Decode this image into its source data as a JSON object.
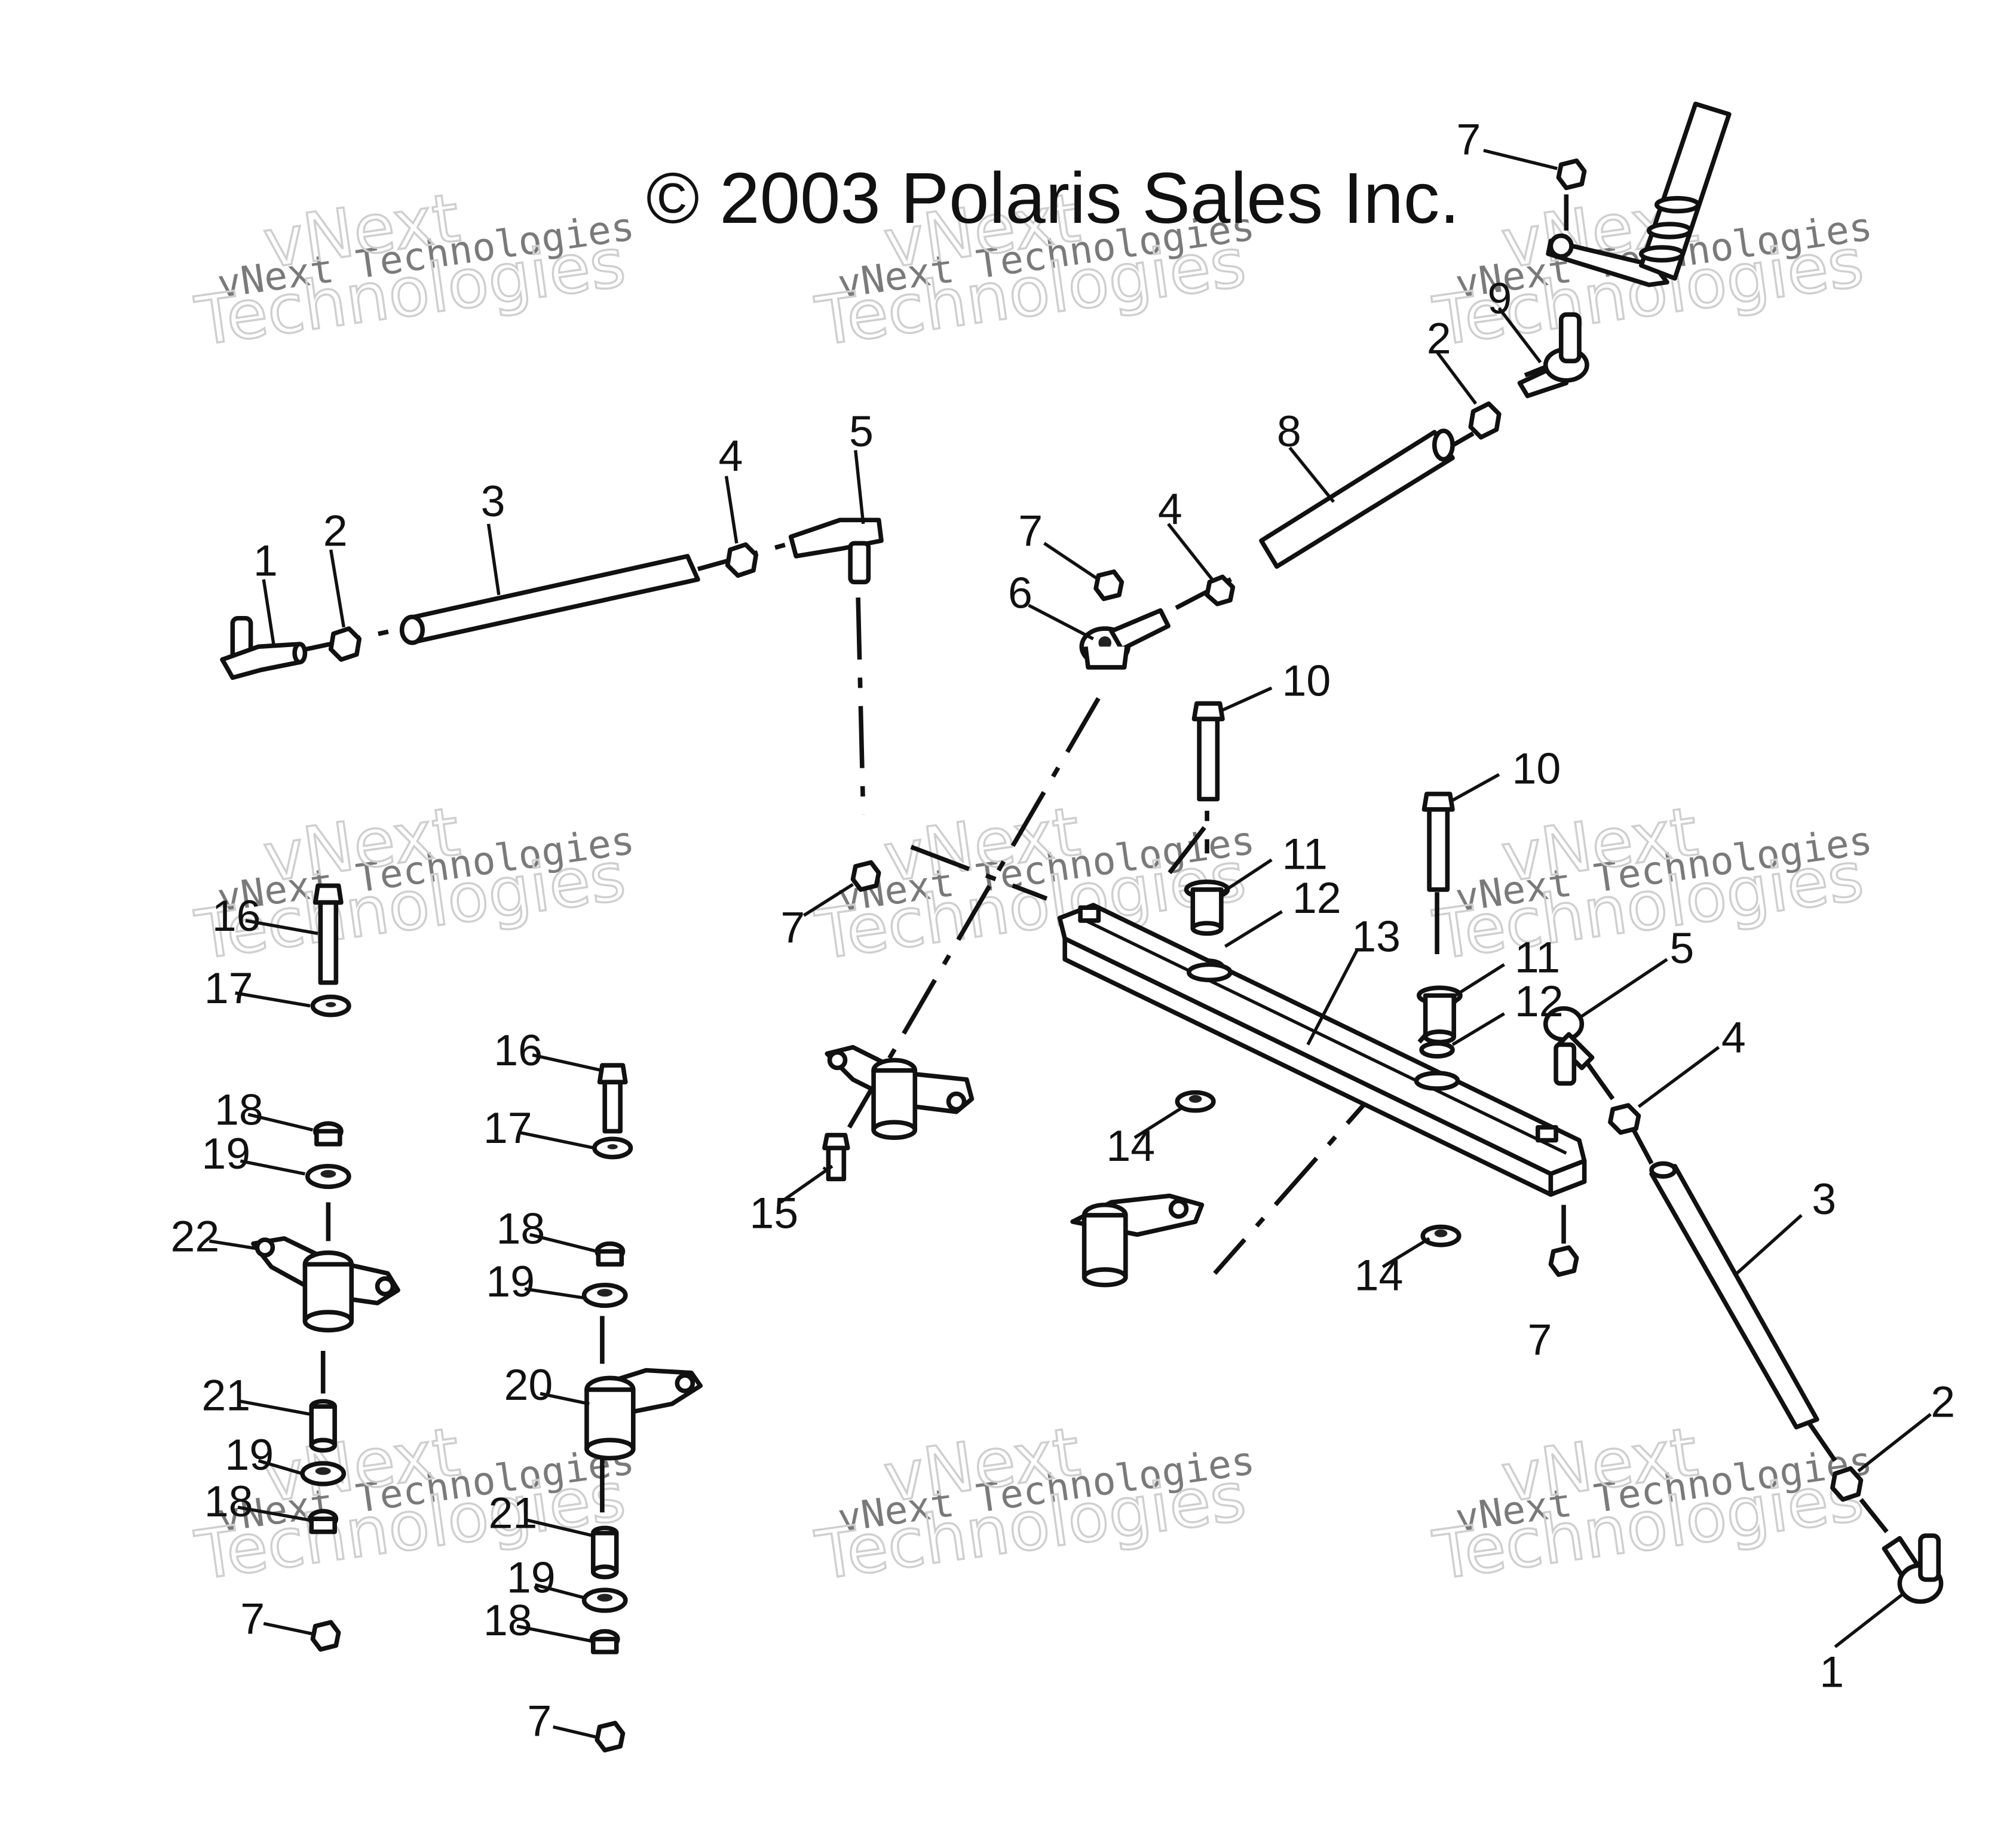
{
  "copyright": "© 2003 Polaris Sales Inc.",
  "watermark": {
    "line1": "vNext Technologies",
    "line2": "vNext",
    "line3": "Technologies"
  },
  "callouts": [
    "1",
    "2",
    "3",
    "4",
    "5",
    "7",
    "2",
    "9",
    "8",
    "4",
    "7",
    "6",
    "10",
    "10",
    "11",
    "12",
    "13",
    "11",
    "12",
    "5",
    "4",
    "7",
    "16",
    "17",
    "16",
    "17",
    "18",
    "19",
    "22",
    "21",
    "19",
    "18",
    "7",
    "18",
    "19",
    "20",
    "21",
    "19",
    "18",
    "7",
    "14",
    "14",
    "15",
    "7",
    "3",
    "2",
    "1"
  ],
  "colors": {
    "line": "#111111",
    "background": "#ffffff",
    "watermark": "#7a7a7a"
  }
}
